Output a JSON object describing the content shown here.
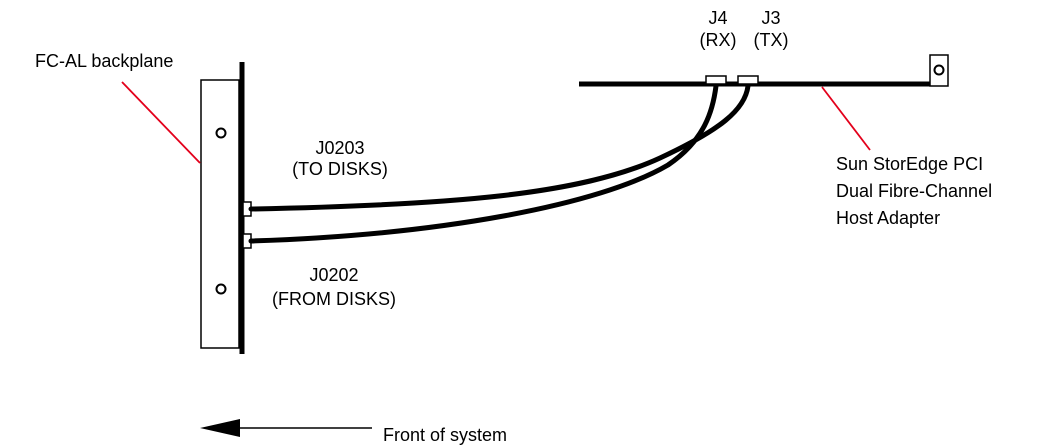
{
  "labels": {
    "backplane": "FC-AL backplane",
    "j4_name": "J4",
    "j4_sub": "(RX)",
    "j3_name": "J3",
    "j3_sub": "(TX)",
    "j0203_name": "J0203",
    "j0203_sub": "(TO DISKS)",
    "j0202_name": "J0202",
    "j0202_sub": "(FROM DISKS)",
    "adapter_line1": "Sun StorEdge PCI",
    "adapter_line2": "Dual Fibre-Channel",
    "adapter_line3": "Host Adapter",
    "front": "Front of system"
  },
  "colors": {
    "leader_line": "#e3001b",
    "ink": "#000000"
  }
}
